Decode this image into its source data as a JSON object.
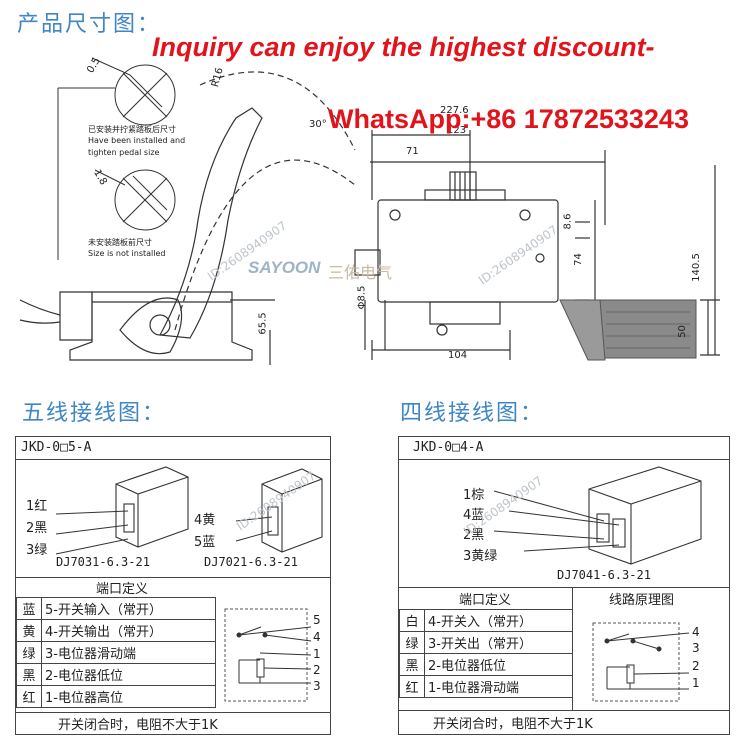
{
  "top_title": "产品尺寸图：",
  "promo_line1": "Inquiry can enjoy the highest discount-",
  "promo_line2": "WhatsApp:+86 17872533243",
  "watermark_brand": "SAYOON",
  "watermark_brand_cn": "三佑电气",
  "watermark_id": "ID:2608940907",
  "drawing": {
    "dim_0_5": "0.5",
    "dim_r16": "R16",
    "dim_30": "30°",
    "dim_1_8": "1.8",
    "note_installed_cn": "已安装并拧紧踏板后尺寸",
    "note_installed_en1": "Have been installed and",
    "note_installed_en2": "tighten pedal size",
    "note_not_cn": "未安装踏板前尺寸",
    "note_not_en": "Size is not installed",
    "dim_227_6": "227.6",
    "dim_123": "123",
    "dim_71": "71",
    "dim_8_6": "8.6",
    "dim_74": "74",
    "dim_140_5": "140.5",
    "dim_phi_8_5": "Φ8.5",
    "dim_65_5": "65.5",
    "dim_104": "104",
    "dim_50": "50"
  },
  "five_wire": {
    "title": "五线接线图：",
    "model": "JKD-0□5-A",
    "pins_left": [
      "1红",
      "2黑",
      "3绿"
    ],
    "pins_right": [
      "4黄",
      "5蓝"
    ],
    "conn_left": "DJ7031-6.3-21",
    "conn_right": "DJ7021-6.3-21",
    "port_header": "端口定义",
    "rows": [
      {
        "color": "蓝",
        "def": "5-开关输入（常开）"
      },
      {
        "color": "黄",
        "def": "4-开关输出（常开）"
      },
      {
        "color": "绿",
        "def": "3-电位器滑动端"
      },
      {
        "color": "黑",
        "def": "2-电位器低位"
      },
      {
        "color": "红",
        "def": "1-电位器高位"
      }
    ],
    "schem_nums": [
      "5",
      "4",
      "1",
      "2",
      "3"
    ],
    "footer": "开关闭合时，电阻不大于1K"
  },
  "four_wire": {
    "title": "四线接线图：",
    "model": "JKD-0□4-A",
    "pins": [
      "1棕",
      "4蓝",
      "2黑",
      "3黄绿"
    ],
    "conn": "DJ7041-6.3-21",
    "port_header": "端口定义",
    "circuit_header": "线路原理图",
    "rows": [
      {
        "color": "白",
        "def": "4-开关入（常开）"
      },
      {
        "color": "绿",
        "def": "3-开关出（常开）"
      },
      {
        "color": "黑",
        "def": "2-电位器低位"
      },
      {
        "color": "红",
        "def": "1-电位器滑动端"
      }
    ],
    "schem_nums": [
      "4",
      "3",
      "2",
      "1"
    ],
    "footer": "开关闭合时，电阻不大于1K"
  }
}
